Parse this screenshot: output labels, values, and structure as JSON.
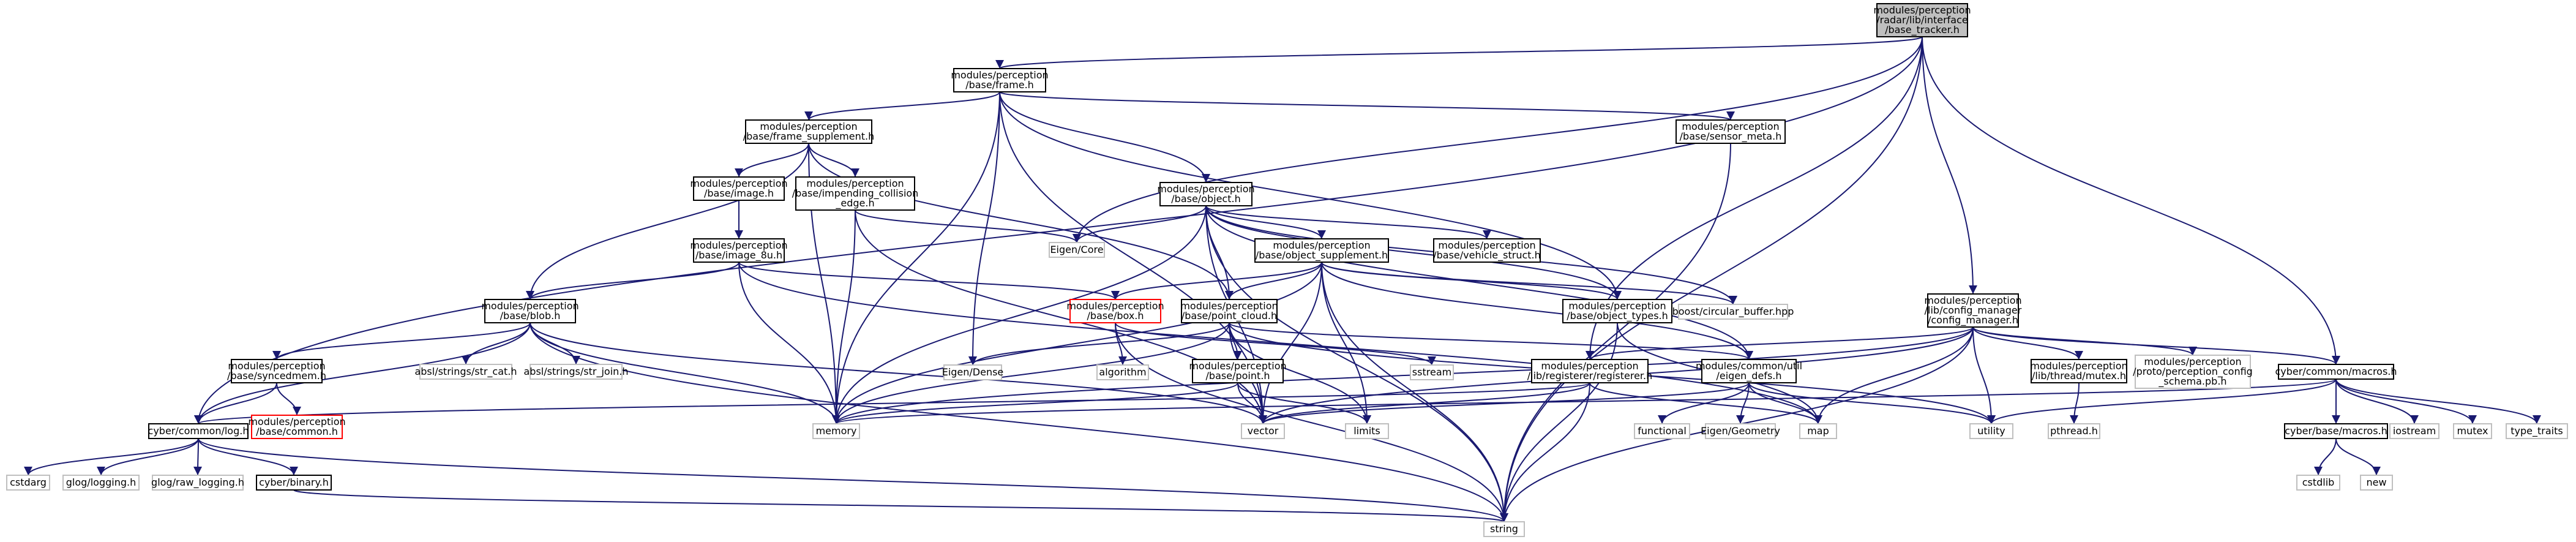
{
  "colors": {
    "edge": "#191970",
    "node_border": "#000000",
    "external_border": "#bfbfbf",
    "undocumented_border": "#ff0000",
    "root_fill": "#bfbfbf",
    "node_fill": "#ffffff"
  },
  "nodes": {
    "root": {
      "lines": [
        "modules/perception",
        "/radar/lib/interface",
        "/base_tracker.h"
      ],
      "kind": "root"
    },
    "frame": {
      "lines": [
        "modules/perception",
        "/base/frame.h"
      ],
      "kind": "normal"
    },
    "frame_supplement": {
      "lines": [
        "modules/perception",
        "/base/frame_supplement.h"
      ],
      "kind": "normal"
    },
    "sensor_meta": {
      "lines": [
        "modules/perception",
        "/base/sensor_meta.h"
      ],
      "kind": "normal"
    },
    "object": {
      "lines": [
        "modules/perception",
        "/base/object.h"
      ],
      "kind": "normal"
    },
    "image": {
      "lines": [
        "modules/perception",
        "/base/image.h"
      ],
      "kind": "normal"
    },
    "impending": {
      "lines": [
        "modules/perception",
        "/base/impending_collision",
        "_edge.h"
      ],
      "kind": "normal"
    },
    "image_8u": {
      "lines": [
        "modules/perception",
        "/base/image_8u.h"
      ],
      "kind": "normal"
    },
    "object_supplement": {
      "lines": [
        "modules/perception",
        "/base/object_supplement.h"
      ],
      "kind": "normal"
    },
    "vehicle_struct": {
      "lines": [
        "modules/perception",
        "/base/vehicle_struct.h"
      ],
      "kind": "normal"
    },
    "blob": {
      "lines": [
        "modules/perception",
        "/base/blob.h"
      ],
      "kind": "normal"
    },
    "box": {
      "lines": [
        "modules/perception",
        "/base/box.h"
      ],
      "kind": "red"
    },
    "point_cloud": {
      "lines": [
        "modules/perception",
        "/base/point_cloud.h"
      ],
      "kind": "normal"
    },
    "object_types": {
      "lines": [
        "modules/perception",
        "/base/object_types.h"
      ],
      "kind": "normal"
    },
    "circular_buffer": {
      "lines": [
        "boost/circular_buffer.hpp"
      ],
      "kind": "external"
    },
    "config_manager": {
      "lines": [
        "modules/perception",
        "/lib/config_manager",
        "/config_manager.h"
      ],
      "kind": "normal"
    },
    "syncedmem": {
      "lines": [
        "modules/perception",
        "/base/syncedmem.h"
      ],
      "kind": "normal"
    },
    "base_common": {
      "lines": [
        "modules/perception",
        "/base/common.h"
      ],
      "kind": "red"
    },
    "str_cat": {
      "lines": [
        "absl/strings/str_cat.h"
      ],
      "kind": "external"
    },
    "str_join": {
      "lines": [
        "absl/strings/str_join.h"
      ],
      "kind": "external"
    },
    "eigen_core": {
      "lines": [
        "Eigen/Core"
      ],
      "kind": "external"
    },
    "eigen_dense": {
      "lines": [
        "Eigen/Dense"
      ],
      "kind": "external"
    },
    "algorithm": {
      "lines": [
        "algorithm"
      ],
      "kind": "external"
    },
    "point": {
      "lines": [
        "modules/perception",
        "/base/point.h"
      ],
      "kind": "normal"
    },
    "sstream": {
      "lines": [
        "sstream"
      ],
      "kind": "external"
    },
    "registerer": {
      "lines": [
        "modules/perception",
        "/lib/registerer/registerer.h"
      ],
      "kind": "normal"
    },
    "eigen_defs": {
      "lines": [
        "modules/common/util",
        "/eigen_defs.h"
      ],
      "kind": "normal"
    },
    "mutex_h": {
      "lines": [
        "modules/perception",
        "/lib/thread/mutex.h"
      ],
      "kind": "normal"
    },
    "config_schema": {
      "lines": [
        "modules/perception",
        "/proto/perception_config",
        "_schema.pb.h"
      ],
      "kind": "external"
    },
    "cyber_macros": {
      "lines": [
        "cyber/common/macros.h"
      ],
      "kind": "normal"
    },
    "log_h": {
      "lines": [
        "cyber/common/log.h"
      ],
      "kind": "normal"
    },
    "memory": {
      "lines": [
        "memory"
      ],
      "kind": "external"
    },
    "vector": {
      "lines": [
        "vector"
      ],
      "kind": "external"
    },
    "limits": {
      "lines": [
        "limits"
      ],
      "kind": "external"
    },
    "functional": {
      "lines": [
        "functional"
      ],
      "kind": "external"
    },
    "eigen_geometry": {
      "lines": [
        "Eigen/Geometry"
      ],
      "kind": "external"
    },
    "map": {
      "lines": [
        "map"
      ],
      "kind": "external"
    },
    "utility": {
      "lines": [
        "utility"
      ],
      "kind": "external"
    },
    "pthread": {
      "lines": [
        "pthread.h"
      ],
      "kind": "external"
    },
    "iostream": {
      "lines": [
        "iostream"
      ],
      "kind": "external"
    },
    "mutex": {
      "lines": [
        "mutex"
      ],
      "kind": "external"
    },
    "type_traits": {
      "lines": [
        "type_traits"
      ],
      "kind": "external"
    },
    "base_macros": {
      "lines": [
        "cyber/base/macros.h"
      ],
      "kind": "normal"
    },
    "cstdlib": {
      "lines": [
        "cstdlib"
      ],
      "kind": "external"
    },
    "new": {
      "lines": [
        "new"
      ],
      "kind": "external"
    },
    "cstdarg": {
      "lines": [
        "cstdarg"
      ],
      "kind": "external"
    },
    "glog_logging": {
      "lines": [
        "glog/logging.h"
      ],
      "kind": "external"
    },
    "glog_raw_logging": {
      "lines": [
        "glog/raw_logging.h"
      ],
      "kind": "external"
    },
    "binary_h": {
      "lines": [
        "cyber/binary.h"
      ],
      "kind": "normal"
    },
    "string": {
      "lines": [
        "string"
      ],
      "kind": "external"
    }
  },
  "edges": [
    [
      "root",
      "frame"
    ],
    [
      "root",
      "config_manager"
    ],
    [
      "root",
      "eigen_core"
    ],
    [
      "root",
      "log_h"
    ],
    [
      "root",
      "string"
    ],
    [
      "root",
      "cyber_macros"
    ],
    [
      "root",
      "registerer"
    ],
    [
      "frame",
      "frame_supplement"
    ],
    [
      "frame",
      "sensor_meta"
    ],
    [
      "frame",
      "object"
    ],
    [
      "frame",
      "object_types"
    ],
    [
      "frame",
      "memory"
    ],
    [
      "frame",
      "vector"
    ],
    [
      "frame",
      "eigen_dense"
    ],
    [
      "frame_supplement",
      "image"
    ],
    [
      "frame_supplement",
      "impending"
    ],
    [
      "frame_supplement",
      "blob"
    ],
    [
      "frame_supplement",
      "point_cloud"
    ],
    [
      "frame_supplement",
      "memory"
    ],
    [
      "sensor_meta",
      "string"
    ],
    [
      "image",
      "image_8u"
    ],
    [
      "impending",
      "eigen_core"
    ],
    [
      "impending",
      "memory"
    ],
    [
      "impending",
      "vector"
    ],
    [
      "image_8u",
      "blob"
    ],
    [
      "image_8u",
      "box"
    ],
    [
      "image_8u",
      "memory"
    ],
    [
      "image_8u",
      "map"
    ],
    [
      "object",
      "eigen_core"
    ],
    [
      "object",
      "object_supplement"
    ],
    [
      "object",
      "vehicle_struct"
    ],
    [
      "object",
      "object_types"
    ],
    [
      "object",
      "point_cloud"
    ],
    [
      "object",
      "circular_buffer"
    ],
    [
      "object",
      "memory"
    ],
    [
      "object",
      "string"
    ],
    [
      "object",
      "vector"
    ],
    [
      "object",
      "eigen_defs"
    ],
    [
      "object_supplement",
      "box"
    ],
    [
      "object_supplement",
      "point_cloud"
    ],
    [
      "object_supplement",
      "object_types"
    ],
    [
      "object_supplement",
      "circular_buffer"
    ],
    [
      "object_supplement",
      "eigen_defs"
    ],
    [
      "object_supplement",
      "memory"
    ],
    [
      "object_supplement",
      "vector"
    ],
    [
      "object_supplement",
      "limits"
    ],
    [
      "object_supplement",
      "string"
    ],
    [
      "blob",
      "syncedmem"
    ],
    [
      "blob",
      "log_h"
    ],
    [
      "blob",
      "str_cat"
    ],
    [
      "blob",
      "str_join"
    ],
    [
      "blob",
      "memory"
    ],
    [
      "blob",
      "vector"
    ],
    [
      "blob",
      "string"
    ],
    [
      "syncedmem",
      "base_common"
    ],
    [
      "syncedmem",
      "log_h"
    ],
    [
      "box",
      "algorithm"
    ],
    [
      "box",
      "sstream"
    ],
    [
      "box",
      "string"
    ],
    [
      "point_cloud",
      "point"
    ],
    [
      "point_cloud",
      "eigen_dense"
    ],
    [
      "point_cloud",
      "memory"
    ],
    [
      "point_cloud",
      "vector"
    ],
    [
      "point_cloud",
      "limits"
    ],
    [
      "point_cloud",
      "utility"
    ],
    [
      "point_cloud",
      "eigen_defs"
    ],
    [
      "point",
      "limits"
    ],
    [
      "point",
      "memory"
    ],
    [
      "point",
      "vector"
    ],
    [
      "object_types",
      "map"
    ],
    [
      "object_types",
      "string"
    ],
    [
      "config_manager",
      "registerer"
    ],
    [
      "config_manager",
      "mutex_h"
    ],
    [
      "config_manager",
      "config_schema"
    ],
    [
      "config_manager",
      "cyber_macros"
    ],
    [
      "config_manager",
      "map"
    ],
    [
      "config_manager",
      "string"
    ],
    [
      "config_manager",
      "utility"
    ],
    [
      "config_manager",
      "vector"
    ],
    [
      "config_manager",
      "memory"
    ],
    [
      "registerer",
      "log_h"
    ],
    [
      "registerer",
      "map"
    ],
    [
      "registerer",
      "string"
    ],
    [
      "registerer",
      "vector"
    ],
    [
      "eigen_defs",
      "functional"
    ],
    [
      "eigen_defs",
      "eigen_geometry"
    ],
    [
      "eigen_defs",
      "map"
    ],
    [
      "eigen_defs",
      "utility"
    ],
    [
      "eigen_defs",
      "vector"
    ],
    [
      "mutex_h",
      "pthread"
    ],
    [
      "cyber_macros",
      "base_macros"
    ],
    [
      "cyber_macros",
      "iostream"
    ],
    [
      "cyber_macros",
      "memory"
    ],
    [
      "cyber_macros",
      "mutex"
    ],
    [
      "cyber_macros",
      "type_traits"
    ],
    [
      "cyber_macros",
      "utility"
    ],
    [
      "base_macros",
      "cstdlib"
    ],
    [
      "base_macros",
      "new"
    ],
    [
      "log_h",
      "cstdarg"
    ],
    [
      "log_h",
      "glog_logging"
    ],
    [
      "log_h",
      "glog_raw_logging"
    ],
    [
      "log_h",
      "binary_h"
    ],
    [
      "log_h",
      "string"
    ],
    [
      "binary_h",
      "string"
    ]
  ]
}
